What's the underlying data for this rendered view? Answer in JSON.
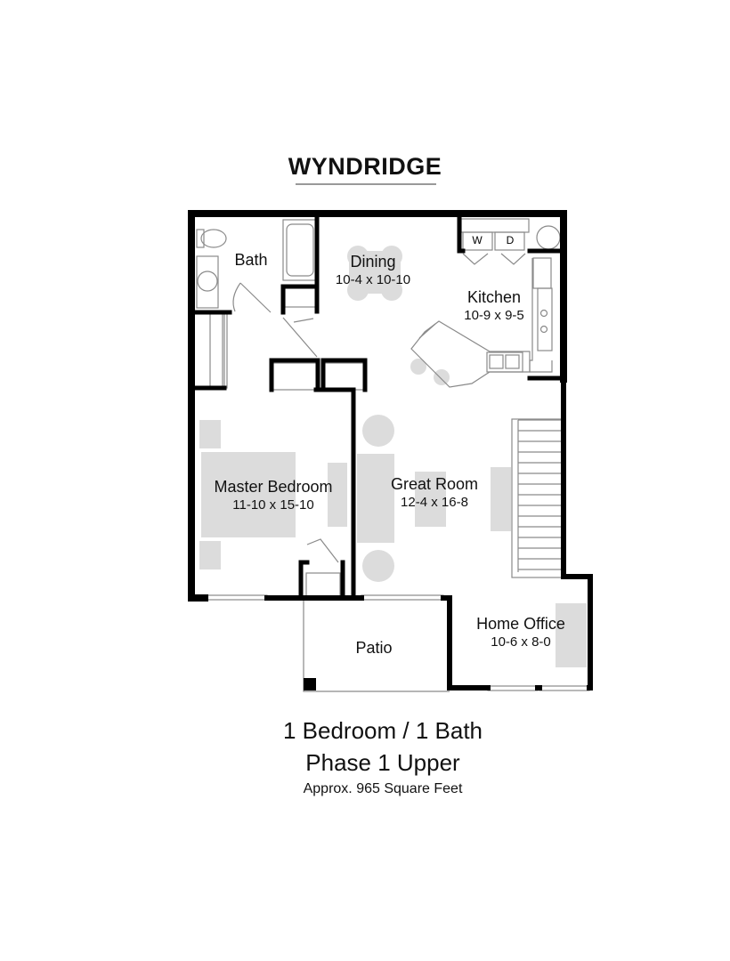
{
  "title": "WYNDRIDGE",
  "rooms": [
    {
      "id": "bath",
      "name": "Bath",
      "dimensions": ""
    },
    {
      "id": "dining",
      "name": "Dining",
      "dimensions": "10-4 x 10-10"
    },
    {
      "id": "kitchen",
      "name": "Kitchen",
      "dimensions": "10-9 x 9-5"
    },
    {
      "id": "master_bedroom",
      "name": "Master Bedroom",
      "dimensions": "11-10 x 15-10"
    },
    {
      "id": "great_room",
      "name": "Great Room",
      "dimensions": "12-4 x 16-8"
    },
    {
      "id": "patio",
      "name": "Patio",
      "dimensions": ""
    },
    {
      "id": "home_office",
      "name": "Home Office",
      "dimensions": "10-6 x 8-0"
    }
  ],
  "appliances": {
    "washer": "W",
    "dryer": "D"
  },
  "caption": {
    "unit_type": "1 Bedroom / 1 Bath",
    "phase": "Phase 1 Upper",
    "area": "Approx. 965 Square Feet"
  },
  "colors": {
    "wall": "#000000",
    "furniture": "#d9d9d9",
    "fixture_line": "#8a8a8a"
  }
}
